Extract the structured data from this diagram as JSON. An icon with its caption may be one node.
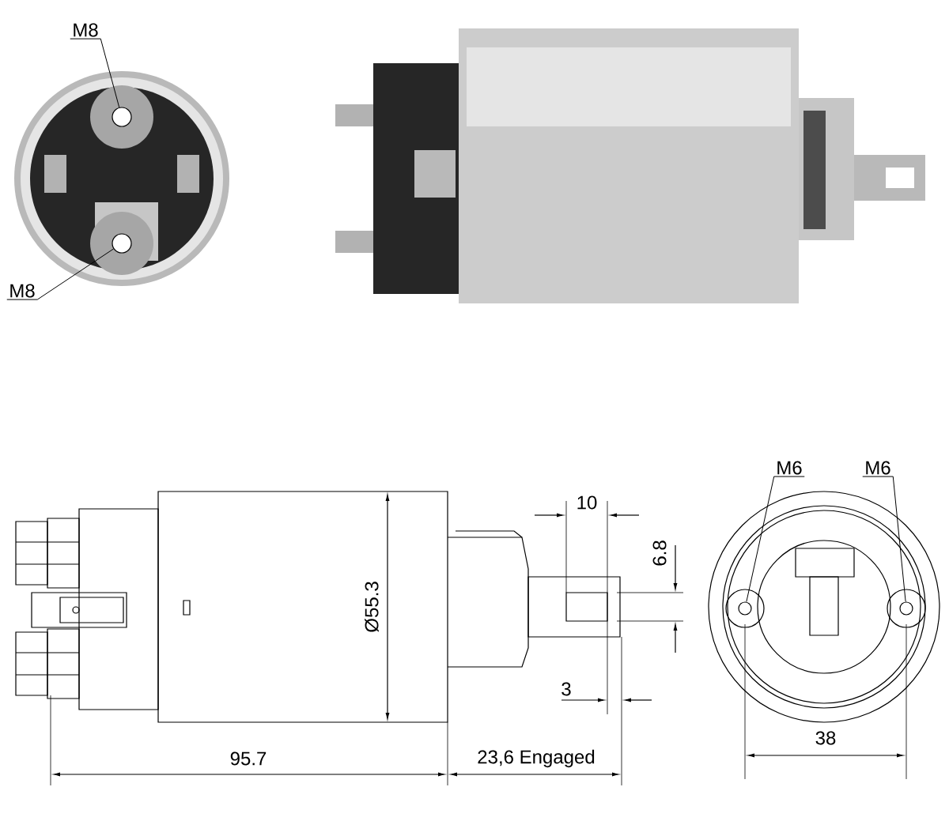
{
  "diagram": {
    "nodes": [
      {
        "text": [
          "M8"
        ]
      },
      {
        "text": [],
        "shape": "circle"
      },
      {
        "text": [
          "M8"
        ]
      },
      {
        "text": [],
        "shape": "circle"
      },
      {
        "text": [
          "M6"
        ]
      },
      {
        "text": [],
        "shape": "circle"
      },
      {
        "text": [
          "M6"
        ]
      },
      {
        "text": [],
        "shape": "circle"
      }
    ],
    "edges": [
      {
        "from": 0,
        "to": 1,
        "arrow": "none"
      },
      {
        "from": 2,
        "to": 3,
        "arrow": "none"
      },
      {
        "from": 4,
        "to": 5,
        "arrow": "none"
      },
      {
        "from": 6,
        "to": 7,
        "arrow": "none"
      }
    ],
    "labels": [
      "10",
      "6.8",
      "Ø55.3",
      "3",
      "95.7",
      "23,6 Engaged",
      "38"
    ]
  }
}
